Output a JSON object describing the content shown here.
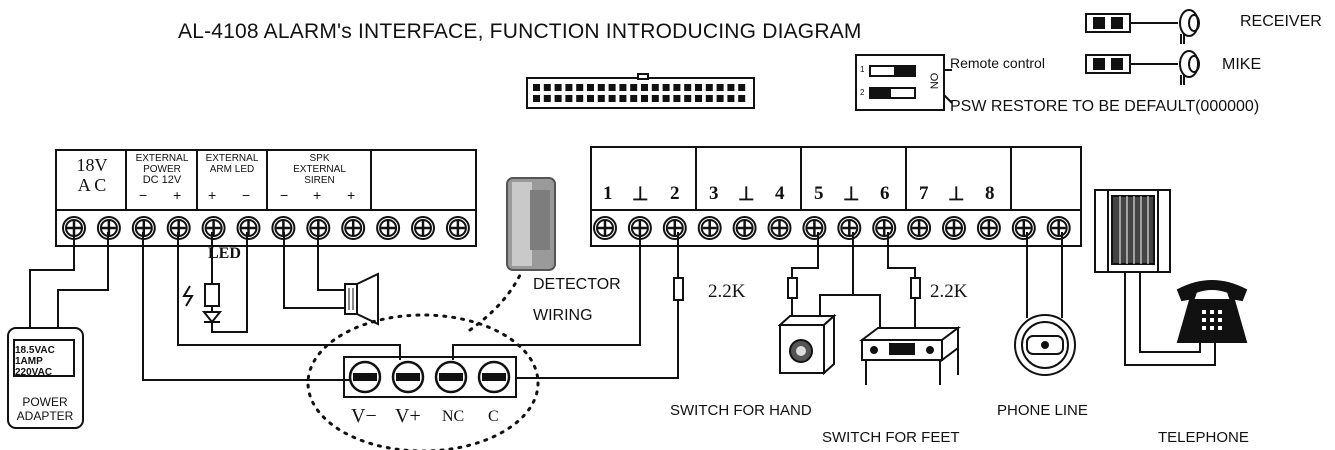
{
  "title": "AL-4108 ALARM's INTERFACE, FUNCTION INTRODUCING DIAGRAM",
  "audio": {
    "receiver": "RECEIVER",
    "mike": "MIKE"
  },
  "dip": {
    "remote_control": "Remote control",
    "on_label": "ON",
    "psw_restore": "PSW RESTORE TO BE DEFAULT(000000)",
    "pos1": "1",
    "pos2": "2"
  },
  "left_block": {
    "power": {
      "line1": "18V",
      "line2": "A C"
    },
    "external_power": {
      "line1": "EXTERNAL",
      "line2": "POWER",
      "line3": "DC 12V",
      "minus": "−",
      "plus": "+"
    },
    "external_arm_led": {
      "line1": "EXTERNAL",
      "line2": "ARM LED",
      "plus": "+",
      "minus": "−"
    },
    "siren": {
      "line1": "SPK",
      "line2": "EXTERNAL",
      "line3": "SIREN",
      "minus": "−",
      "plus1": "+",
      "plus2": "+"
    }
  },
  "led_label": "LED",
  "detector": {
    "line1": "DETECTOR",
    "line2": "WIRING"
  },
  "detector_terminals": [
    "V−",
    "V+",
    "NC",
    "C"
  ],
  "zones": [
    {
      "a": "1",
      "gnd": "⊥",
      "b": "2"
    },
    {
      "a": "3",
      "gnd": "⊥",
      "b": "4"
    },
    {
      "a": "5",
      "gnd": "⊥",
      "b": "6"
    },
    {
      "a": "7",
      "gnd": "⊥",
      "b": "8"
    }
  ],
  "resistors": {
    "r1": "2.2K",
    "r2": "2.2K"
  },
  "power_adapter": {
    "spec1": "18.5VAC",
    "spec2": "1AMP",
    "spec3": "220VAC",
    "label1": "POWER",
    "label2": "ADAPTER"
  },
  "labels": {
    "switch_hand": "SWITCH FOR HAND",
    "switch_feet": "SWITCH FOR FEET",
    "phone_line": "PHONE LINE",
    "telephone": "TELEPHONE"
  }
}
